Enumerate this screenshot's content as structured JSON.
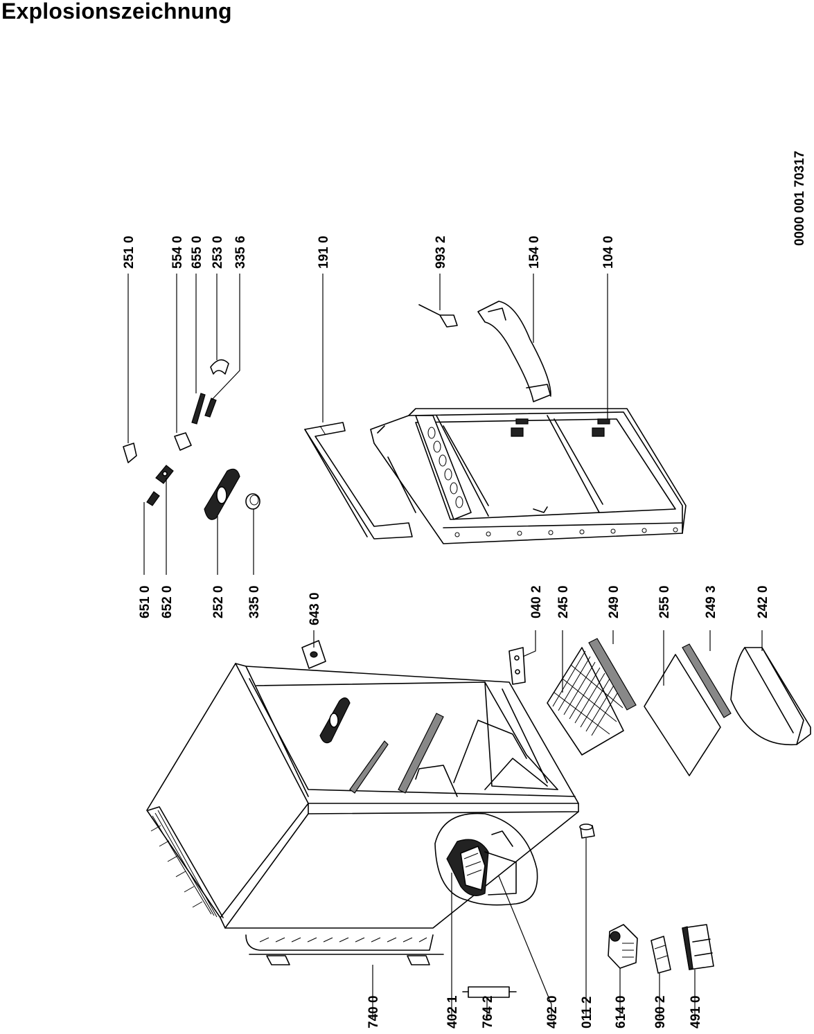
{
  "title": "Explosionszeichnung",
  "doc_number": "0000  001 70317",
  "part_labels": {
    "p2510": "251 0",
    "p5540": "554 0",
    "p6550": "655 0",
    "p2530": "253 0",
    "p3356": "335 6",
    "p1910": "191 0",
    "p9932": "993 2",
    "p1540": "154 0",
    "p1040": "104 0",
    "p6510": "651 0",
    "p6520": "652 0",
    "p2520": "252 0",
    "p3350": "335 0",
    "p6430": "643 0",
    "p0402": "040 2",
    "p2450": "245 0",
    "p2490": "249 0",
    "p2550": "255 0",
    "p2493": "249 3",
    "p2420": "242 0",
    "p7400": "740 0",
    "p4021": "402 1",
    "p7642": "764 2",
    "p4020": "402 0",
    "p0112": "011 2",
    "p6140": "614 0",
    "p9002": "900 2",
    "p4910": "491 0"
  }
}
